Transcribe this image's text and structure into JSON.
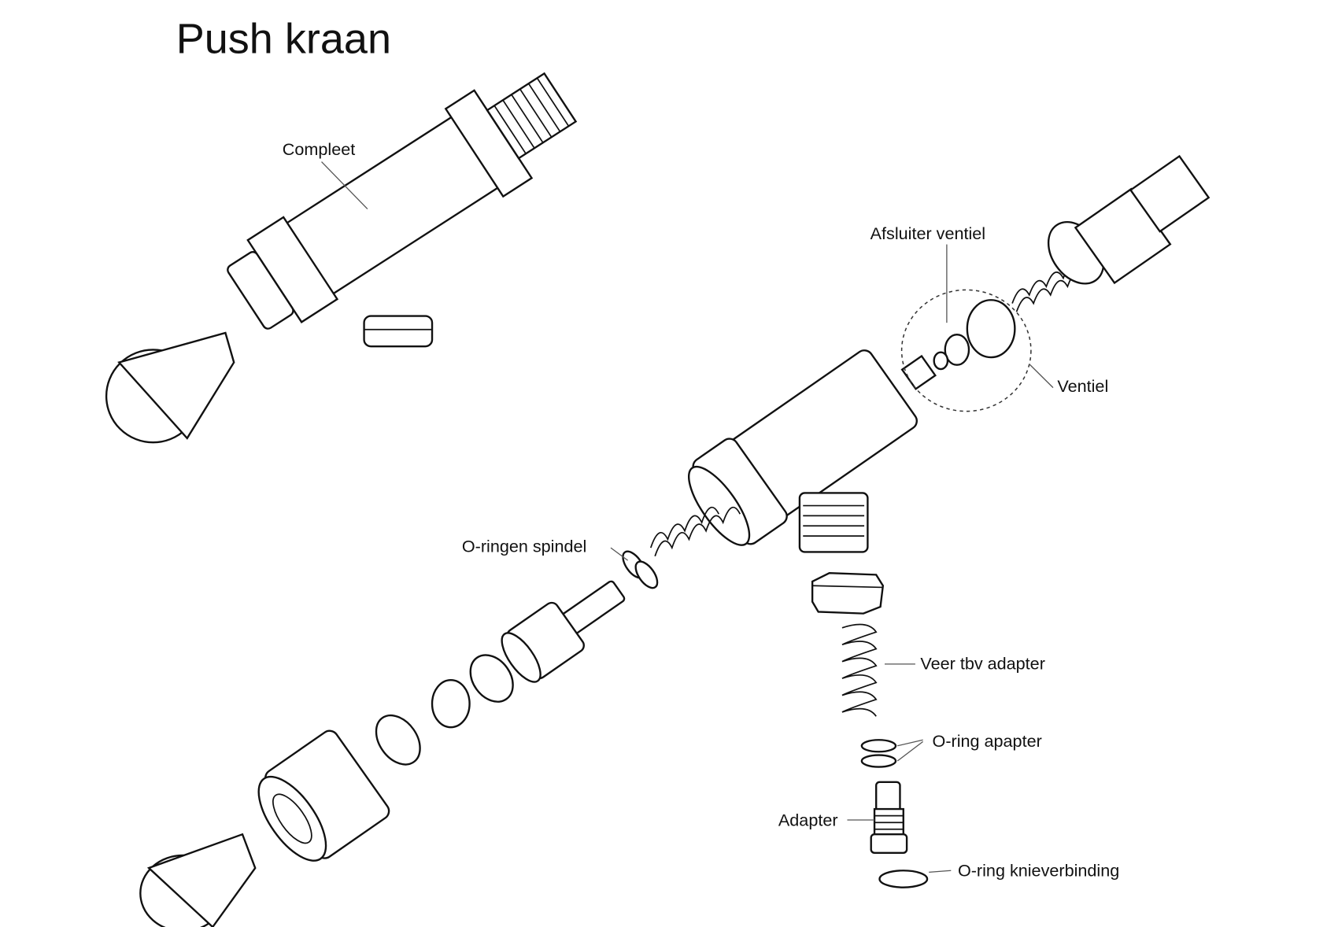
{
  "title": "Push kraan",
  "labels": {
    "compleet": "Compleet",
    "afsluiter_ventiel": "Afsluiter ventiel",
    "ventiel": "Ventiel",
    "o_ringen_spindel": "O-ringen spindel",
    "veer_tbv_adapter": "Veer tbv adapter",
    "o_ring_apapter": "O-ring apapter",
    "adapter": "Adapter",
    "o_ring_knieverbinding": "O-ring knieverbinding"
  }
}
